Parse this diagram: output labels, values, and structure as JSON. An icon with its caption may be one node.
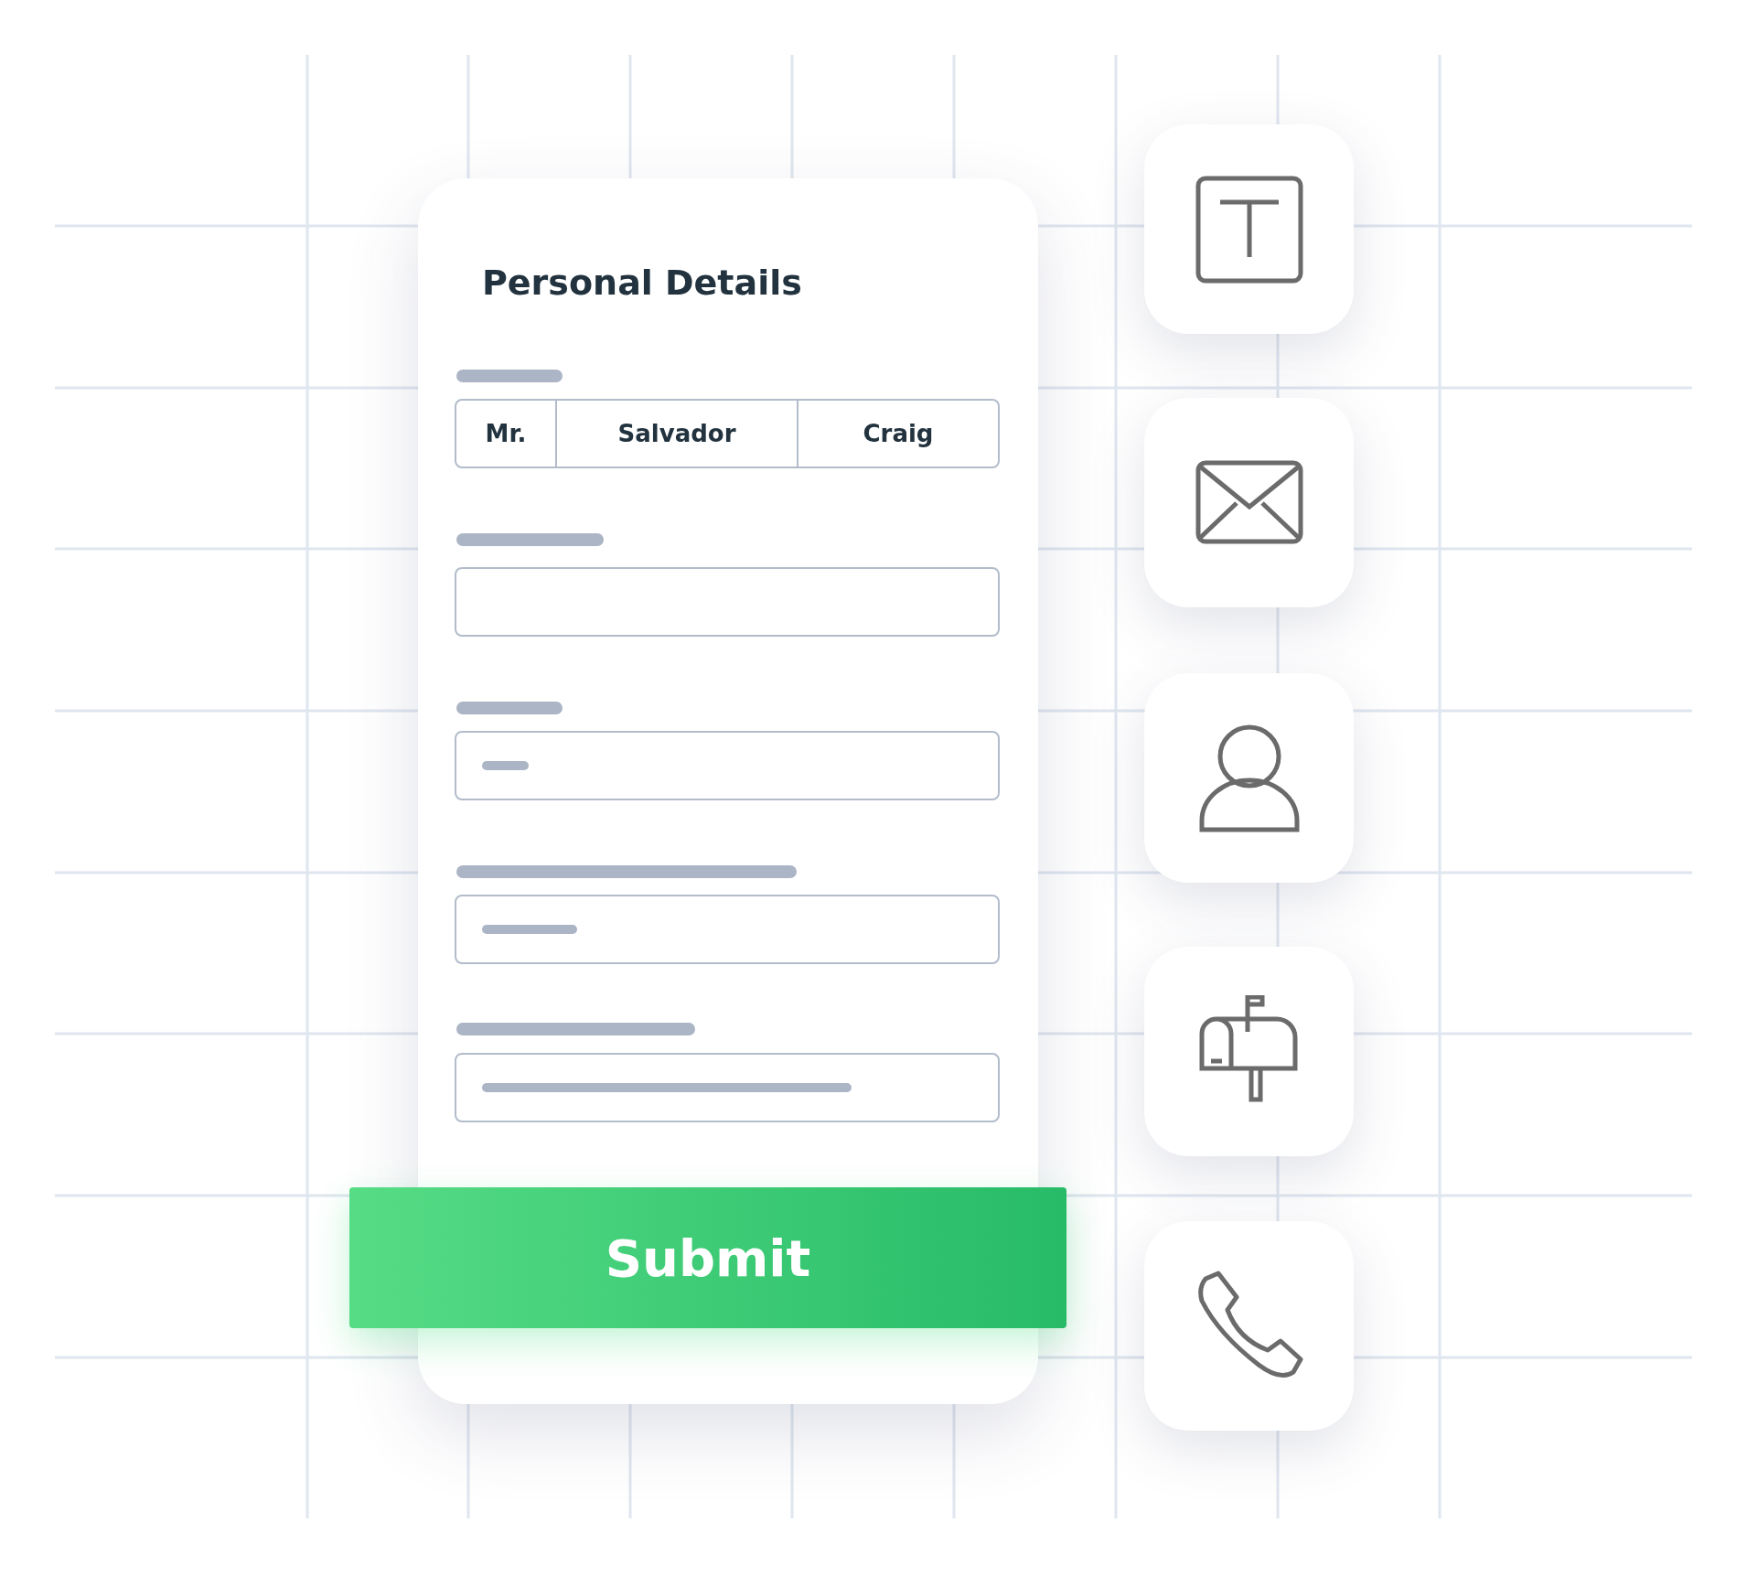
{
  "diagram": {
    "nodes": [
      {
        "text": [
          "Personal Details"
        ]
      },
      {
        "text": [
          "Mr."
        ],
        "in": 0
      },
      {
        "text": [
          "Salvador"
        ],
        "in": 0
      },
      {
        "text": [
          "Craig"
        ],
        "in": 0
      },
      {
        "text": [],
        "shape": "box",
        "in": 0
      },
      {
        "text": [],
        "shape": "box",
        "in": 0
      },
      {
        "text": [],
        "shape": "box",
        "in": 0
      },
      {
        "text": [],
        "shape": "box",
        "in": 0
      },
      {
        "text": [
          "Submit"
        ]
      },
      {
        "text": [],
        "shape": "box"
      },
      {
        "text": [],
        "shape": "box"
      },
      {
        "text": [],
        "shape": "box"
      },
      {
        "text": [],
        "shape": "box"
      },
      {
        "text": [],
        "shape": "box"
      }
    ]
  }
}
